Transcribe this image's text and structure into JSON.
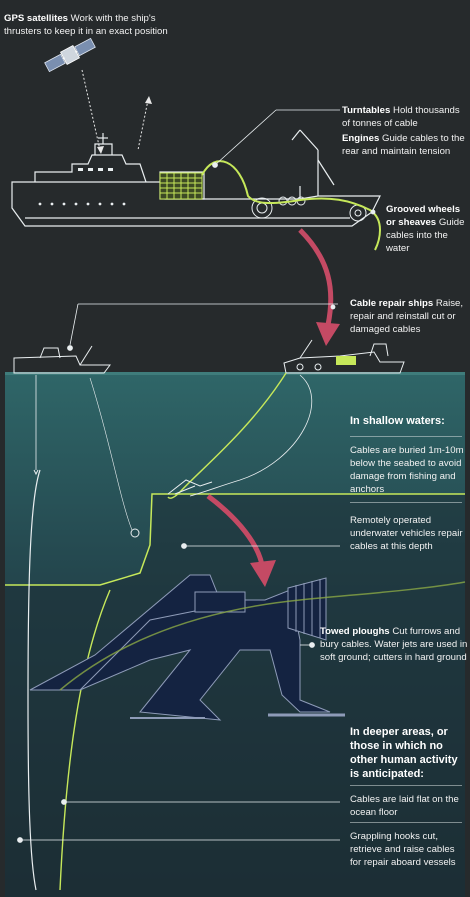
{
  "labels": {
    "gps": {
      "title": "GPS satellites",
      "text": "Work with the ship's thrusters to keep it in an exact position"
    },
    "turntables": {
      "title": "Turntables",
      "text": "Hold thousands of tonnes of cable"
    },
    "engines": {
      "title": "Engines",
      "text": "Guide cables to the rear and maintain tension"
    },
    "wheels": {
      "title": "Grooved wheels or sheaves",
      "text": "Guide cables into the water"
    },
    "repair_ships": {
      "title": "Cable repair ships",
      "text": "Raise, repair and reinstall cut or damaged cables"
    },
    "shallow_heading": "In shallow waters:",
    "buried": "Cables are buried 1m-10m below the seabed to avoid damage from fishing and anchors",
    "rov": "Remotely operated underwater vehicles repair cables at this depth",
    "ploughs": {
      "title": "Towed ploughs",
      "text": "Cut furrows and bury cables. Water jets are used in soft ground; cutters in hard ground"
    },
    "deep_heading": "In deeper areas, or those in which no other human activity is anticipated:",
    "flat": "Cables are laid flat on the ocean floor",
    "grapple": "Grappling hooks cut, retrieve and raise cables for repair aboard vessels"
  },
  "colors": {
    "background": "#262a2c",
    "water_top": "#2f6668",
    "water_bottom": "#1a2a30",
    "cable": "#c6e85a",
    "arrow": "#c44a64",
    "plough": "#142341"
  }
}
